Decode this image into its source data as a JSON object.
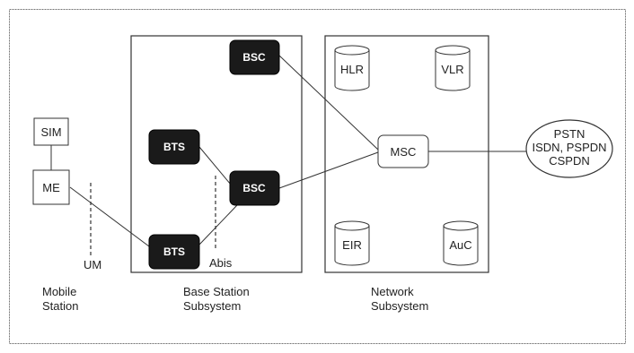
{
  "nodes": {
    "sim": "SIM",
    "me": "ME",
    "bts_upper": "BTS",
    "bts_lower": "BTS",
    "bsc_upper": "BSC",
    "bsc_lower": "BSC",
    "msc": "MSC",
    "hlr": "HLR",
    "vlr": "VLR",
    "eir": "EIR",
    "auc": "AuC"
  },
  "external": {
    "line1": "PSTN",
    "line2": "ISDN, PSPDN",
    "line3": "CSPDN"
  },
  "interfaces": {
    "um": "UM",
    "abis": "Abis"
  },
  "sections": {
    "mobile_station": [
      "Mobile",
      "Station"
    ],
    "base_station_subsystem": [
      "Base Station",
      "Subsystem"
    ],
    "network_subsystem": [
      "Network",
      "Subsystem"
    ]
  },
  "colors": {
    "dark_node_fill": "#1a1a1a",
    "line": "#333333"
  }
}
